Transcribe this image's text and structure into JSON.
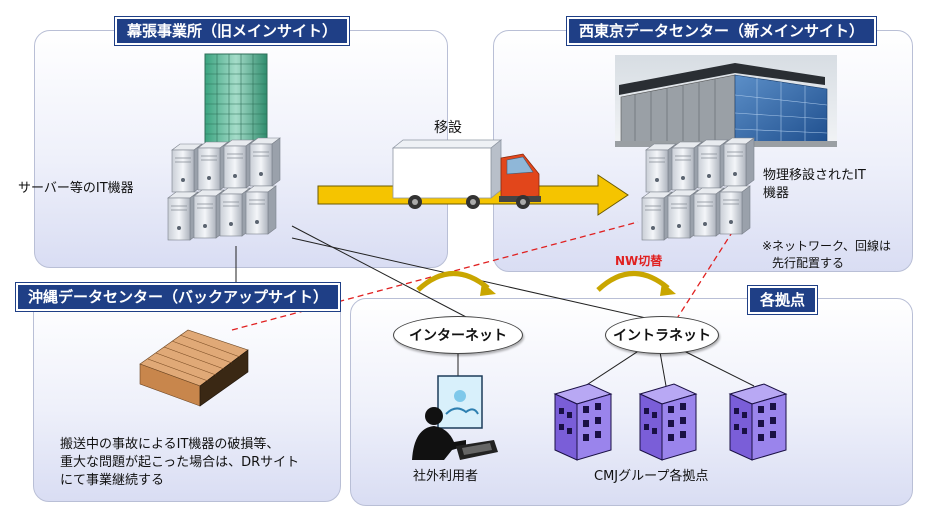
{
  "panels": {
    "makuhari": {
      "title": "幕張事業所（旧メインサイト）"
    },
    "nishi_tokyo": {
      "title": "西東京データセンター（新メインサイト）"
    },
    "okinawa": {
      "title": "沖縄データセンター（バックアップサイト）"
    },
    "branches": {
      "title": "各拠点"
    }
  },
  "labels": {
    "servers": "サーバー等のIT機器",
    "move": "移設",
    "moved_equipment_line1": "物理移設されたIT",
    "moved_equipment_line2": "機器",
    "network_note_line1": "※ネットワーク、回線は",
    "network_note_line2": "先行配置する",
    "nw_switch": "NW切替",
    "internet": "インターネット",
    "intranet": "イントラネット",
    "external_user": "社外利用者",
    "cmj_branches": "CMJグループ各拠点",
    "dr_note_line1": "搬送中の事故によるIT機器の破損等、",
    "dr_note_line2": "重大な問題が起こった場合は、DRサイト",
    "dr_note_line3": "にて事業継続する"
  },
  "colors": {
    "title_bg": "#1f3f86",
    "arrow": "#f5c400",
    "dashed_line": "#e02020",
    "nw_switch_text": "#e02020",
    "building_purple": "#8a6fe0",
    "truck_cab": "#e2461b"
  }
}
